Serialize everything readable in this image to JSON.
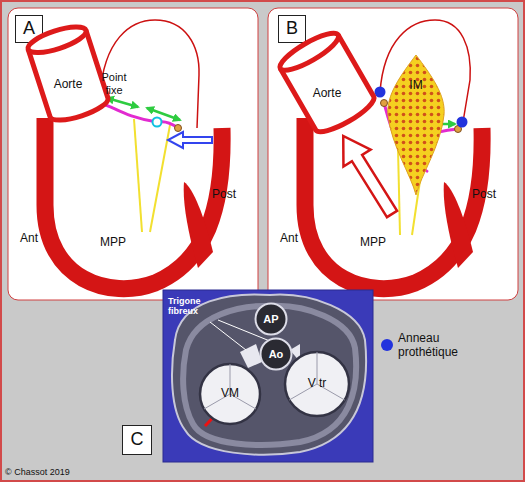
{
  "diagram": {
    "nodes": [
      {
        "text": [
          "A"
        ]
      },
      {
        "text": [
          "Aorte"
        ]
      },
      {
        "text": [
          "B"
        ]
      },
      {
        "text": [
          "Aorte"
        ]
      },
      {
        "text": [
          "IM"
        ]
      },
      {
        "text": [
          "C"
        ]
      },
      {
        "text": [
          "AP"
        ]
      },
      {
        "text": [
          "Ao"
        ]
      },
      {
        "text": [
          "VM"
        ]
      },
      {
        "text": [
          "V tr"
        ]
      }
    ],
    "labels": [
      "Point fixe",
      "Ant",
      "MPP",
      "Post",
      "Ant",
      "MPP",
      "Post",
      "Trigone fibreux",
      "© Chassot 2019"
    ],
    "legend": [
      {
        "text": "Anneau prothétique",
        "color": "#2233dd"
      }
    ]
  }
}
